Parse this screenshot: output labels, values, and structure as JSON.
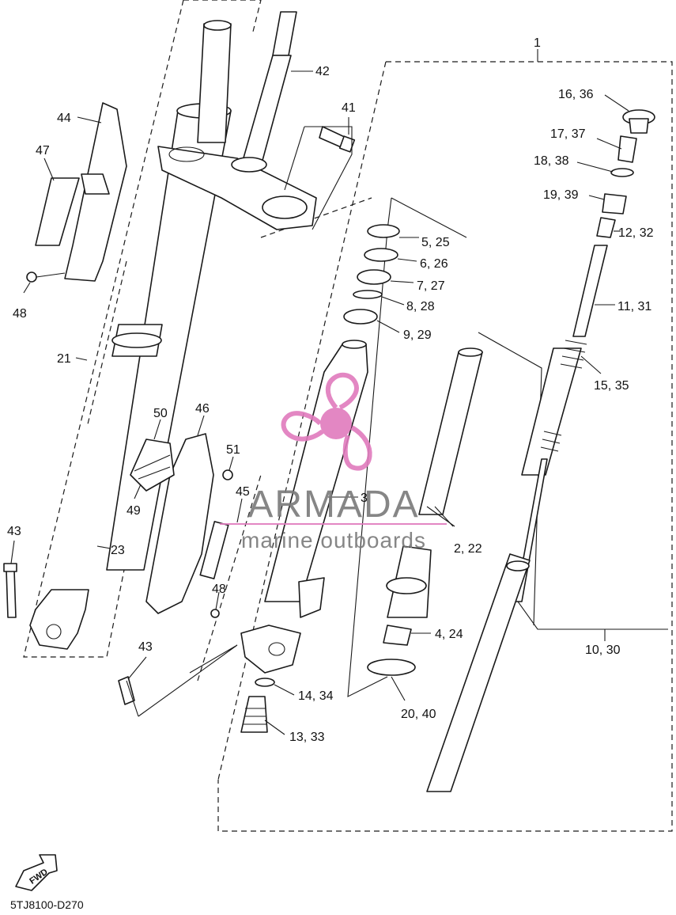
{
  "diagram": {
    "code": "5TJ8100-D270",
    "fwd_label": "FWD",
    "watermark": {
      "brand": "ARMADA",
      "tagline": "marine outboards",
      "color": "#e07bbd",
      "text_color": "#7a7a7a"
    },
    "labels": [
      {
        "id": "1",
        "text": "1"
      },
      {
        "id": "2",
        "text": "2, 22"
      },
      {
        "id": "3",
        "text": "3"
      },
      {
        "id": "4",
        "text": "4, 24"
      },
      {
        "id": "5",
        "text": "5, 25"
      },
      {
        "id": "6",
        "text": "6, 26"
      },
      {
        "id": "7",
        "text": "7, 27"
      },
      {
        "id": "8",
        "text": "8, 28"
      },
      {
        "id": "9",
        "text": "9, 29"
      },
      {
        "id": "10",
        "text": "10, 30"
      },
      {
        "id": "11",
        "text": "11, 31"
      },
      {
        "id": "12",
        "text": "12, 32"
      },
      {
        "id": "13",
        "text": "13, 33"
      },
      {
        "id": "14",
        "text": "14, 34"
      },
      {
        "id": "15",
        "text": "15, 35"
      },
      {
        "id": "16",
        "text": "16, 36"
      },
      {
        "id": "17",
        "text": "17, 37"
      },
      {
        "id": "18",
        "text": "18, 38"
      },
      {
        "id": "19",
        "text": "19, 39"
      },
      {
        "id": "20",
        "text": "20, 40"
      },
      {
        "id": "21",
        "text": "21"
      },
      {
        "id": "23",
        "text": "23"
      },
      {
        "id": "41",
        "text": "41"
      },
      {
        "id": "42",
        "text": "42"
      },
      {
        "id": "43a",
        "text": "43"
      },
      {
        "id": "43b",
        "text": "43"
      },
      {
        "id": "44",
        "text": "44"
      },
      {
        "id": "45",
        "text": "45"
      },
      {
        "id": "46",
        "text": "46"
      },
      {
        "id": "47",
        "text": "47"
      },
      {
        "id": "48a",
        "text": "48"
      },
      {
        "id": "48b",
        "text": "48"
      },
      {
        "id": "49",
        "text": "49"
      },
      {
        "id": "50",
        "text": "50"
      },
      {
        "id": "51",
        "text": "51"
      }
    ]
  }
}
